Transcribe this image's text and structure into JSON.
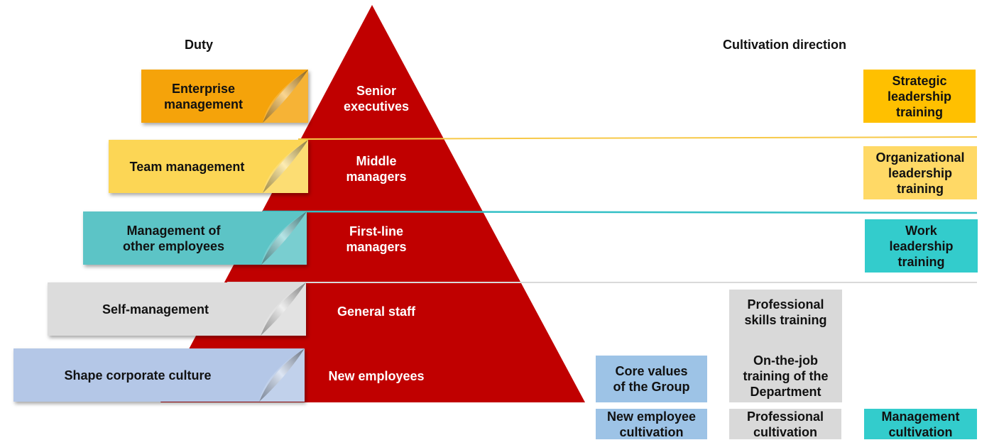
{
  "headings": {
    "duty": "Duty",
    "cultivation": "Cultivation direction"
  },
  "colors": {
    "pyramid": "#c00000",
    "orange": "#f5a30a",
    "yellow": "#fcd655",
    "teal": "#5cc4c6",
    "gray": "#dcdcdc",
    "blue": "#b4c7e7",
    "strategic": "#ffc000",
    "organizational": "#ffd966",
    "work": "#33cccc",
    "new_employee": "#9dc3e6",
    "professional": "#d9d9d9",
    "management": "#33cccc"
  },
  "pyramid_levels": [
    "Senior\nexecutives",
    "Middle\nmanagers",
    "First-line\nmanagers",
    "General staff",
    "New employees"
  ],
  "duties": [
    "Enterprise\nmanagement",
    "Team management",
    "Management of\nother employees",
    "Self-management",
    "Shape corporate culture"
  ],
  "cultivation": {
    "strategic": "Strategic\nleadership\ntraining",
    "organizational": "Organizational\nleadership\ntraining",
    "work": "Work\nleadership\ntraining",
    "professional_skills": "Professional\nskills training",
    "on_the_job": "On-the-job\ntraining of the\nDepartment",
    "core_values": "Core values\nof the Group"
  },
  "categories": {
    "new_employee": "New employee\ncultivation",
    "professional": "Professional\ncultivation",
    "management": "Management\ncultivation"
  }
}
